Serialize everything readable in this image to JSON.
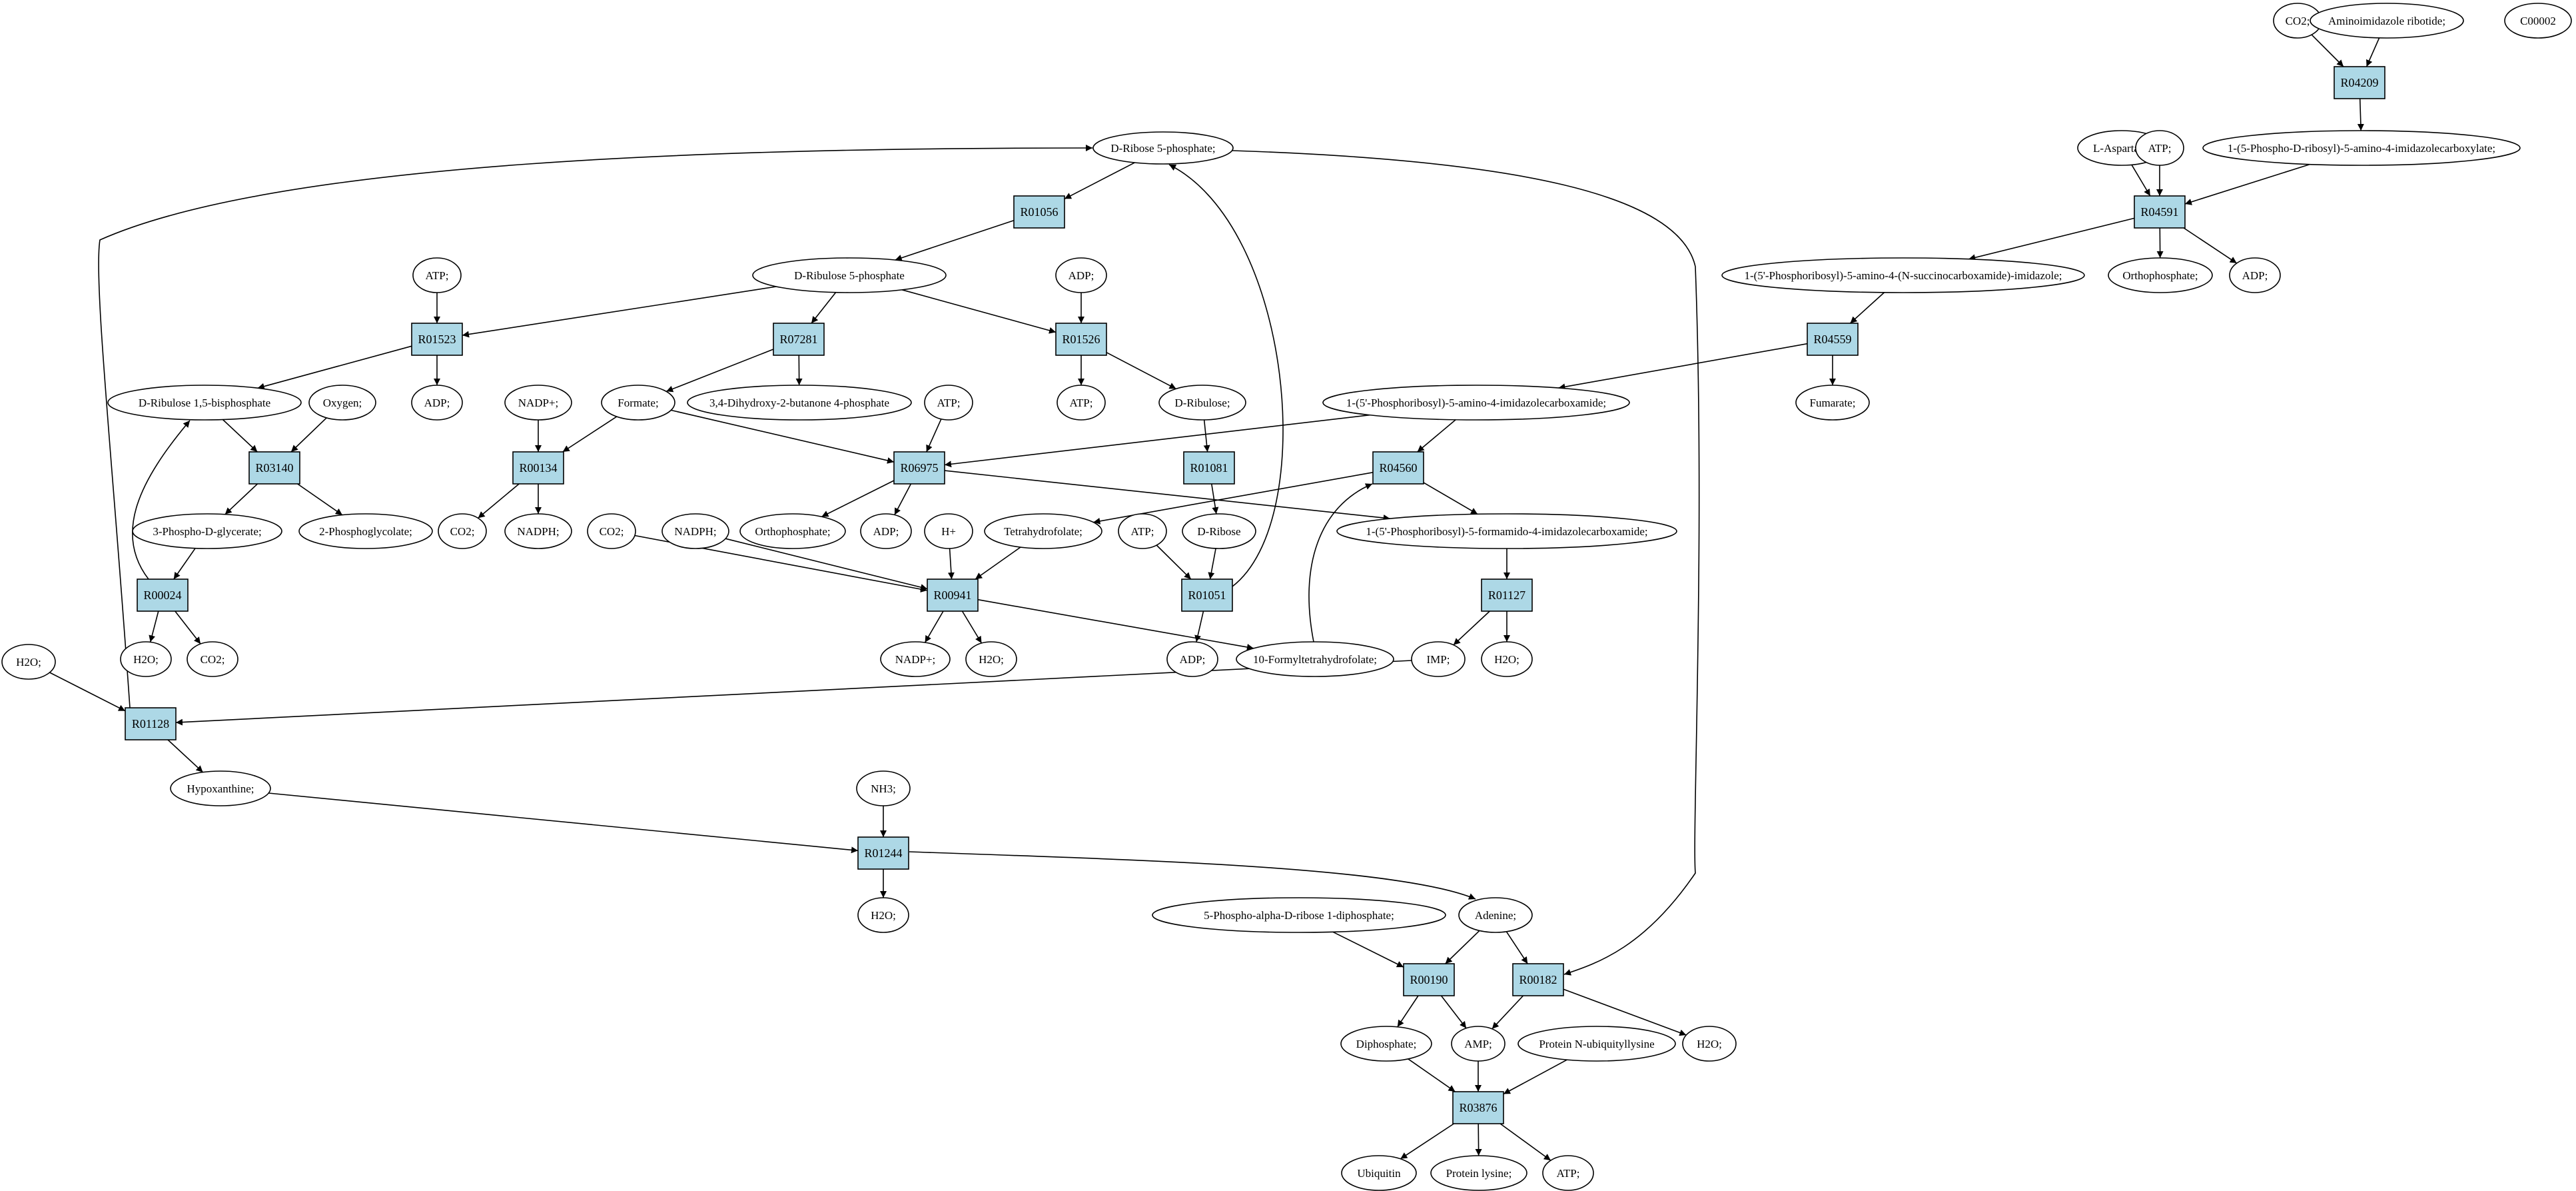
{
  "colors": {
    "reaction_fill": "#add8e6",
    "highlight_green": "#00ff00",
    "highlight_yellow": "#ffff00",
    "compound_fill": "#ffffff",
    "stroke": "#000000"
  },
  "compounds": [
    {
      "id": "c_co2_top",
      "label": "CO2;"
    },
    {
      "id": "c_air",
      "label": "Aminoimidazole ribotide;"
    },
    {
      "id": "c_c00002",
      "label": "C00002",
      "fill": "yellow"
    },
    {
      "id": "c_r5p",
      "label": "D-Ribose 5-phosphate;",
      "fill": "green"
    },
    {
      "id": "c_aicarboxylate",
      "label": "1-(5-Phospho-D-ribosyl)-5-amino-4-imidazolecarboxylate;"
    },
    {
      "id": "c_laspartate",
      "label": "L-Aspartate;"
    },
    {
      "id": "c_atp_r04591",
      "label": "ATP;"
    },
    {
      "id": "c_ru5p",
      "label": "D-Ribulose 5-phosphate"
    },
    {
      "id": "c_atp_r01523",
      "label": "ATP;"
    },
    {
      "id": "c_adp_r01526",
      "label": "ADP;"
    },
    {
      "id": "c_saicar",
      "label": "1-(5'-Phosphoribosyl)-5-amino-4-(N-succinocarboxamide)-imidazole;"
    },
    {
      "id": "c_orthophosphate_r04591",
      "label": "Orthophosphate;"
    },
    {
      "id": "c_adp_r04591",
      "label": "ADP;"
    },
    {
      "id": "c_rubp",
      "label": "D-Ribulose 1,5-bisphosphate"
    },
    {
      "id": "c_oxygen",
      "label": "Oxygen;"
    },
    {
      "id": "c_adp_r01523",
      "label": "ADP;"
    },
    {
      "id": "c_nadp_plus_r00134",
      "label": "NADP+;"
    },
    {
      "id": "c_formate",
      "label": "Formate;"
    },
    {
      "id": "c_dhbp",
      "label": "3,4-Dihydroxy-2-butanone 4-phosphate"
    },
    {
      "id": "c_atp_r06975",
      "label": "ATP;"
    },
    {
      "id": "c_atp_r01526",
      "label": "ATP;"
    },
    {
      "id": "c_dribulose",
      "label": "D-Ribulose;"
    },
    {
      "id": "c_aicar",
      "label": "1-(5'-Phosphoribosyl)-5-amino-4-imidazolecarboxamide;"
    },
    {
      "id": "c_fumarate",
      "label": "Fumarate;"
    },
    {
      "id": "c_3pg",
      "label": "3-Phospho-D-glycerate;"
    },
    {
      "id": "c_2pg",
      "label": "2-Phosphoglycolate;"
    },
    {
      "id": "c_co2_r00134",
      "label": "CO2;"
    },
    {
      "id": "c_nadph_r00134",
      "label": "NADPH;"
    },
    {
      "id": "c_orthophosphate_r06975",
      "label": "Orthophosphate;"
    },
    {
      "id": "c_adp_r06975",
      "label": "ADP;"
    },
    {
      "id": "c_faicar",
      "label": "1-(5'-Phosphoribosyl)-5-formamido-4-imidazolecarboxamide;"
    },
    {
      "id": "c_co2_r00941",
      "label": "CO2;"
    },
    {
      "id": "c_nadph_r00941",
      "label": "NADPH;"
    },
    {
      "id": "c_hplus",
      "label": "H+"
    },
    {
      "id": "c_thf",
      "label": "Tetrahydrofolate;"
    },
    {
      "id": "c_atp_r01051",
      "label": "ATP;"
    },
    {
      "id": "c_dribose",
      "label": "D-Ribose"
    },
    {
      "id": "c_h2o_left",
      "label": "H2O;"
    },
    {
      "id": "c_h2o_r00024",
      "label": "H2O;"
    },
    {
      "id": "c_co2_r00024",
      "label": "CO2;"
    },
    {
      "id": "c_nadp_plus_r00941",
      "label": "NADP+;"
    },
    {
      "id": "c_h2o_r00941",
      "label": "H2O;"
    },
    {
      "id": "c_adp_r01051",
      "label": "ADP;"
    },
    {
      "id": "c_10fthf",
      "label": "10-Formyltetrahydrofolate;"
    },
    {
      "id": "c_imp",
      "label": "IMP;"
    },
    {
      "id": "c_h2o_r01127",
      "label": "H2O;"
    },
    {
      "id": "c_hypoxanthine",
      "label": "Hypoxanthine;"
    },
    {
      "id": "c_nh3",
      "label": "NH3;"
    },
    {
      "id": "c_h2o_r01244",
      "label": "H2O;"
    },
    {
      "id": "c_prpp",
      "label": "5-Phospho-alpha-D-ribose 1-diphosphate;"
    },
    {
      "id": "c_adenine",
      "label": "Adenine;"
    },
    {
      "id": "c_diphosphate",
      "label": "Diphosphate;"
    },
    {
      "id": "c_amp",
      "label": "AMP;"
    },
    {
      "id": "c_pnul",
      "label": "Protein N-ubiquityllysine"
    },
    {
      "id": "c_h2o_r00182",
      "label": "H2O;"
    },
    {
      "id": "c_ubiquitin",
      "label": "Ubiquitin"
    },
    {
      "id": "c_proteinlysine",
      "label": "Protein lysine;"
    },
    {
      "id": "c_atp_r03876",
      "label": "ATP;"
    }
  ],
  "reactions": [
    {
      "id": "r_R04209",
      "label": "R04209"
    },
    {
      "id": "r_R01056",
      "label": "R01056"
    },
    {
      "id": "r_R04591",
      "label": "R04591"
    },
    {
      "id": "r_R01523",
      "label": "R01523"
    },
    {
      "id": "r_R07281",
      "label": "R07281"
    },
    {
      "id": "r_R01526",
      "label": "R01526"
    },
    {
      "id": "r_R04559",
      "label": "R04559"
    },
    {
      "id": "r_R03140",
      "label": "R03140"
    },
    {
      "id": "r_R00134",
      "label": "R00134"
    },
    {
      "id": "r_R06975",
      "label": "R06975"
    },
    {
      "id": "r_R01081",
      "label": "R01081"
    },
    {
      "id": "r_R04560",
      "label": "R04560"
    },
    {
      "id": "r_R00024",
      "label": "R00024"
    },
    {
      "id": "r_R00941",
      "label": "R00941"
    },
    {
      "id": "r_R01051",
      "label": "R01051"
    },
    {
      "id": "r_R01127",
      "label": "R01127"
    },
    {
      "id": "r_R01128",
      "label": "R01128"
    },
    {
      "id": "r_R01244",
      "label": "R01244"
    },
    {
      "id": "r_R00190",
      "label": "R00190"
    },
    {
      "id": "r_R00182",
      "label": "R00182"
    },
    {
      "id": "r_R03876",
      "label": "R03876"
    }
  ],
  "edges": [
    {
      "from": "c_co2_top",
      "to": "r_R04209"
    },
    {
      "from": "c_air",
      "to": "r_R04209"
    },
    {
      "from": "r_R04209",
      "to": "c_aicarboxylate"
    },
    {
      "from": "c_aicarboxylate",
      "to": "r_R04591"
    },
    {
      "from": "c_laspartate",
      "to": "r_R04591"
    },
    {
      "from": "c_atp_r04591",
      "to": "r_R04591"
    },
    {
      "from": "r_R04591",
      "to": "c_saicar"
    },
    {
      "from": "r_R04591",
      "to": "c_orthophosphate_r04591"
    },
    {
      "from": "r_R04591",
      "to": "c_adp_r04591"
    },
    {
      "from": "c_saicar",
      "to": "r_R04559"
    },
    {
      "from": "r_R04559",
      "to": "c_aicar"
    },
    {
      "from": "r_R04559",
      "to": "c_fumarate"
    },
    {
      "from": "c_r5p",
      "to": "r_R01056"
    },
    {
      "from": "r_R01056",
      "to": "c_ru5p"
    },
    {
      "from": "c_ru5p",
      "to": "r_R01523"
    },
    {
      "from": "c_atp_r01523",
      "to": "r_R01523"
    },
    {
      "from": "r_R01523",
      "to": "c_rubp"
    },
    {
      "from": "r_R01523",
      "to": "c_adp_r01523"
    },
    {
      "from": "c_ru5p",
      "to": "r_R07281"
    },
    {
      "from": "r_R07281",
      "to": "c_formate"
    },
    {
      "from": "r_R07281",
      "to": "c_dhbp"
    },
    {
      "from": "c_ru5p",
      "to": "r_R01526"
    },
    {
      "from": "c_adp_r01526",
      "to": "r_R01526"
    },
    {
      "from": "r_R01526",
      "to": "c_atp_r01526"
    },
    {
      "from": "r_R01526",
      "to": "c_dribulose"
    },
    {
      "from": "c_dribulose",
      "to": "r_R01081"
    },
    {
      "from": "r_R01081",
      "to": "c_dribose"
    },
    {
      "from": "c_rubp",
      "to": "r_R03140"
    },
    {
      "from": "c_oxygen",
      "to": "r_R03140"
    },
    {
      "from": "r_R03140",
      "to": "c_3pg"
    },
    {
      "from": "r_R03140",
      "to": "c_2pg"
    },
    {
      "from": "c_3pg",
      "to": "r_R00024"
    },
    {
      "from": "r_R00024",
      "to": "c_rubp"
    },
    {
      "from": "r_R00024",
      "to": "c_h2o_r00024"
    },
    {
      "from": "r_R00024",
      "to": "c_co2_r00024"
    },
    {
      "from": "c_formate",
      "to": "r_R00134"
    },
    {
      "from": "c_nadp_plus_r00134",
      "to": "r_R00134"
    },
    {
      "from": "r_R00134",
      "to": "c_co2_r00134"
    },
    {
      "from": "r_R00134",
      "to": "c_nadph_r00134"
    },
    {
      "from": "c_formate",
      "to": "r_R06975"
    },
    {
      "from": "c_atp_r06975",
      "to": "r_R06975"
    },
    {
      "from": "c_aicar",
      "to": "r_R06975"
    },
    {
      "from": "r_R06975",
      "to": "c_orthophosphate_r06975"
    },
    {
      "from": "r_R06975",
      "to": "c_adp_r06975"
    },
    {
      "from": "r_R06975",
      "to": "c_faicar"
    },
    {
      "from": "c_aicar",
      "to": "r_R04560"
    },
    {
      "from": "c_10fthf",
      "to": "r_R04560"
    },
    {
      "from": "r_R04560",
      "to": "c_faicar"
    },
    {
      "from": "r_R04560",
      "to": "c_thf"
    },
    {
      "from": "c_co2_r00941",
      "to": "r_R00941"
    },
    {
      "from": "c_nadph_r00941",
      "to": "r_R00941"
    },
    {
      "from": "c_hplus",
      "to": "r_R00941"
    },
    {
      "from": "c_thf",
      "to": "r_R00941"
    },
    {
      "from": "r_R00941",
      "to": "c_nadp_plus_r00941"
    },
    {
      "from": "r_R00941",
      "to": "c_h2o_r00941"
    },
    {
      "from": "r_R00941",
      "to": "c_10fthf"
    },
    {
      "from": "c_atp_r01051",
      "to": "r_R01051"
    },
    {
      "from": "c_dribose",
      "to": "r_R01051"
    },
    {
      "from": "r_R01051",
      "to": "c_adp_r01051"
    },
    {
      "from": "r_R01051",
      "to": "c_r5p"
    },
    {
      "from": "c_faicar",
      "to": "r_R01127"
    },
    {
      "from": "r_R01127",
      "to": "c_imp"
    },
    {
      "from": "r_R01127",
      "to": "c_h2o_r01127"
    },
    {
      "from": "c_h2o_left",
      "to": "r_R01128"
    },
    {
      "from": "c_imp",
      "to": "r_R01128"
    },
    {
      "from": "r_R01128",
      "to": "c_r5p"
    },
    {
      "from": "r_R01128",
      "to": "c_hypoxanthine"
    },
    {
      "from": "c_hypoxanthine",
      "to": "r_R01244"
    },
    {
      "from": "c_nh3",
      "to": "r_R01244"
    },
    {
      "from": "r_R01244",
      "to": "c_h2o_r01244"
    },
    {
      "from": "r_R01244",
      "to": "c_adenine"
    },
    {
      "from": "c_prpp",
      "to": "r_R00190"
    },
    {
      "from": "c_adenine",
      "to": "r_R00190"
    },
    {
      "from": "r_R00190",
      "to": "c_diphosphate"
    },
    {
      "from": "r_R00190",
      "to": "c_amp"
    },
    {
      "from": "c_adenine",
      "to": "r_R00182"
    },
    {
      "from": "c_r5p",
      "to": "r_R00182"
    },
    {
      "from": "r_R00182",
      "to": "c_amp"
    },
    {
      "from": "r_R00182",
      "to": "c_h2o_r00182"
    },
    {
      "from": "c_diphosphate",
      "to": "r_R03876"
    },
    {
      "from": "c_amp",
      "to": "r_R03876"
    },
    {
      "from": "c_pnul",
      "to": "r_R03876"
    },
    {
      "from": "r_R03876",
      "to": "c_ubiquitin"
    },
    {
      "from": "r_R03876",
      "to": "c_proteinlysine"
    },
    {
      "from": "r_R03876",
      "to": "c_atp_r03876"
    }
  ]
}
